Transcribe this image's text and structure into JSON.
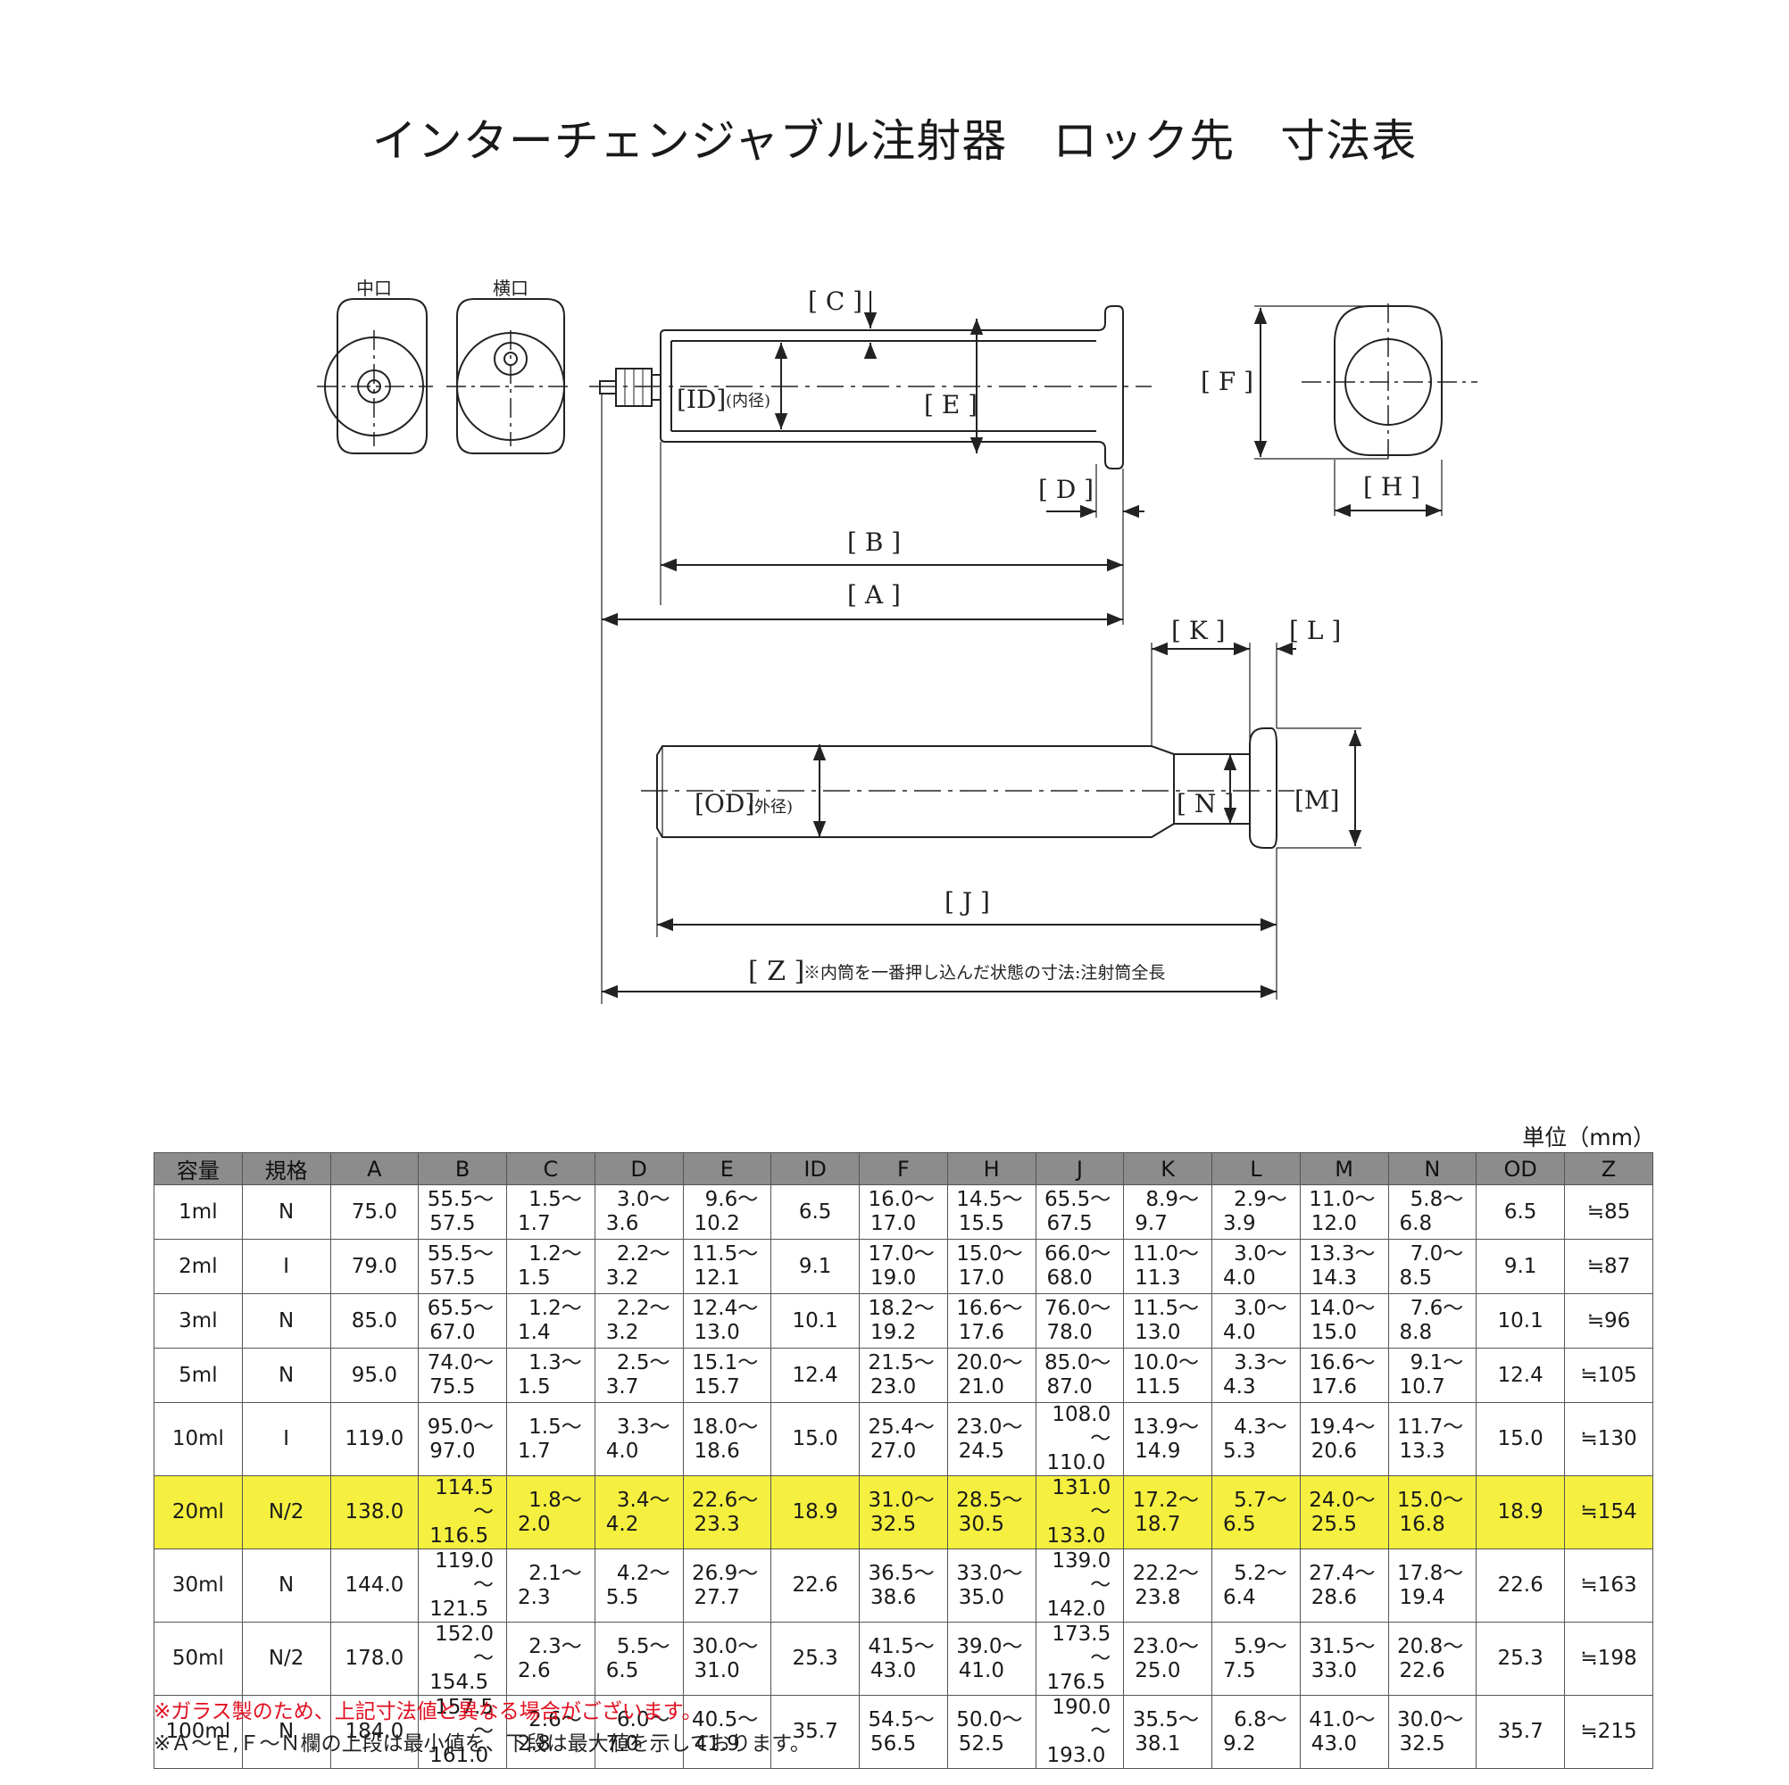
{
  "title": "インターチェンジャブル注射器　ロック先　寸法表",
  "diagram": {
    "labels": {
      "center_port": "中口",
      "side_port": "横口",
      "C": "[ C ]",
      "D": "[ D ]",
      "E": "[ E ]",
      "F": "[ F ]",
      "H": "[ H ]",
      "B": "[ B ]",
      "A": "[ A ]",
      "K": "[ K ]",
      "L": "[ L ]",
      "M": "[M]",
      "N": "[ N ]",
      "J": "[ J ]",
      "Z": "[ Z ]",
      "ID": "[ID]",
      "ID_note": "(内径)",
      "OD": "[OD]",
      "OD_note": "(外径)",
      "Z_note": "※内筒を一番押し込んだ状態の寸法:注射筒全長"
    }
  },
  "unit": "単位（mm）",
  "table": {
    "headers": [
      "容量",
      "規格",
      "A",
      "B",
      "C",
      "D",
      "E",
      "ID",
      "F",
      "H",
      "J",
      "K",
      "L",
      "M",
      "N",
      "OD",
      "Z"
    ],
    "rows": [
      {
        "cells": [
          "1ml",
          "N",
          "75.0",
          [
            "55.5～",
            "57.5"
          ],
          [
            "1.5～",
            "1.7"
          ],
          [
            "3.0～",
            "3.6"
          ],
          [
            "9.6～",
            "10.2"
          ],
          "6.5",
          [
            "16.0～",
            "17.0"
          ],
          [
            "14.5～",
            "15.5"
          ],
          [
            "65.5～",
            "67.5"
          ],
          [
            "8.9～",
            "9.7"
          ],
          [
            "2.9～",
            "3.9"
          ],
          [
            "11.0～",
            "12.0"
          ],
          [
            "5.8～",
            "6.8"
          ],
          "6.5",
          "≒85"
        ]
      },
      {
        "cells": [
          "2ml",
          "I",
          "79.0",
          [
            "55.5～",
            "57.5"
          ],
          [
            "1.2～",
            "1.5"
          ],
          [
            "2.2～",
            "3.2"
          ],
          [
            "11.5～",
            "12.1"
          ],
          "9.1",
          [
            "17.0～",
            "19.0"
          ],
          [
            "15.0～",
            "17.0"
          ],
          [
            "66.0～",
            "68.0"
          ],
          [
            "11.0～",
            "11.3"
          ],
          [
            "3.0～",
            "4.0"
          ],
          [
            "13.3～",
            "14.3"
          ],
          [
            "7.0～",
            "8.5"
          ],
          "9.1",
          "≒87"
        ]
      },
      {
        "cells": [
          "3ml",
          "N",
          "85.0",
          [
            "65.5～",
            "67.0"
          ],
          [
            "1.2～",
            "1.4"
          ],
          [
            "2.2～",
            "3.2"
          ],
          [
            "12.4～",
            "13.0"
          ],
          "10.1",
          [
            "18.2～",
            "19.2"
          ],
          [
            "16.6～",
            "17.6"
          ],
          [
            "76.0～",
            "78.0"
          ],
          [
            "11.5～",
            "13.0"
          ],
          [
            "3.0～",
            "4.0"
          ],
          [
            "14.0～",
            "15.0"
          ],
          [
            "7.6～",
            "8.8"
          ],
          "10.1",
          "≒96"
        ]
      },
      {
        "cells": [
          "5ml",
          "N",
          "95.0",
          [
            "74.0～",
            "75.5"
          ],
          [
            "1.3～",
            "1.5"
          ],
          [
            "2.5～",
            "3.7"
          ],
          [
            "15.1～",
            "15.7"
          ],
          "12.4",
          [
            "21.5～",
            "23.0"
          ],
          [
            "20.0～",
            "21.0"
          ],
          [
            "85.0～",
            "87.0"
          ],
          [
            "10.0～",
            "11.5"
          ],
          [
            "3.3～",
            "4.3"
          ],
          [
            "16.6～",
            "17.6"
          ],
          [
            "9.1～",
            "10.7"
          ],
          "12.4",
          "≒105"
        ]
      },
      {
        "cells": [
          "10ml",
          "I",
          "119.0",
          [
            "95.0～",
            "97.0"
          ],
          [
            "1.5～",
            "1.7"
          ],
          [
            "3.3～",
            "4.0"
          ],
          [
            "18.0～",
            "18.6"
          ],
          "15.0",
          [
            "25.4～",
            "27.0"
          ],
          [
            "23.0～",
            "24.5"
          ],
          [
            "108.0～",
            "110.0"
          ],
          [
            "13.9～",
            "14.9"
          ],
          [
            "4.3～",
            "5.3"
          ],
          [
            "19.4～",
            "20.6"
          ],
          [
            "11.7～",
            "13.3"
          ],
          "15.0",
          "≒130"
        ]
      },
      {
        "highlight": true,
        "cells": [
          "20ml",
          "N/2",
          "138.0",
          [
            "114.5～",
            "116.5"
          ],
          [
            "1.8～",
            "2.0"
          ],
          [
            "3.4～",
            "4.2"
          ],
          [
            "22.6～",
            "23.3"
          ],
          "18.9",
          [
            "31.0～",
            "32.5"
          ],
          [
            "28.5～",
            "30.5"
          ],
          [
            "131.0～",
            "133.0"
          ],
          [
            "17.2～",
            "18.7"
          ],
          [
            "5.7～",
            "6.5"
          ],
          [
            "24.0～",
            "25.5"
          ],
          [
            "15.0～",
            "16.8"
          ],
          "18.9",
          "≒154"
        ]
      },
      {
        "cells": [
          "30ml",
          "N",
          "144.0",
          [
            "119.0～",
            "121.5"
          ],
          [
            "2.1～",
            "2.3"
          ],
          [
            "4.2～",
            "5.5"
          ],
          [
            "26.9～",
            "27.7"
          ],
          "22.6",
          [
            "36.5～",
            "38.6"
          ],
          [
            "33.0～",
            "35.0"
          ],
          [
            "139.0～",
            "142.0"
          ],
          [
            "22.2～",
            "23.8"
          ],
          [
            "5.2～",
            "6.4"
          ],
          [
            "27.4～",
            "28.6"
          ],
          [
            "17.8～",
            "19.4"
          ],
          "22.6",
          "≒163"
        ]
      },
      {
        "cells": [
          "50ml",
          "N/2",
          "178.0",
          [
            "152.0～",
            "154.5"
          ],
          [
            "2.3～",
            "2.6"
          ],
          [
            "5.5～",
            "6.5"
          ],
          [
            "30.0～",
            "31.0"
          ],
          "25.3",
          [
            "41.5～",
            "43.0"
          ],
          [
            "39.0～",
            "41.0"
          ],
          [
            "173.5～",
            "176.5"
          ],
          [
            "23.0～",
            "25.0"
          ],
          [
            "5.9～",
            "7.5"
          ],
          [
            "31.5～",
            "33.0"
          ],
          [
            "20.8～",
            "22.6"
          ],
          "25.3",
          "≒198"
        ]
      },
      {
        "cells": [
          "100ml",
          "N",
          "184.0",
          [
            "157.5～",
            "161.0"
          ],
          [
            "2.6～",
            "2.8"
          ],
          [
            "6.0～",
            "7.0"
          ],
          [
            "40.5～",
            "41.9"
          ],
          "35.7",
          [
            "54.5～",
            "56.5"
          ],
          [
            "50.0～",
            "52.5"
          ],
          [
            "190.0～",
            "193.0"
          ],
          [
            "35.5～",
            "38.1"
          ],
          [
            "6.8～",
            "9.2"
          ],
          [
            "41.0～",
            "43.0"
          ],
          [
            "30.0～",
            "32.5"
          ],
          "35.7",
          "≒215"
        ]
      }
    ]
  },
  "notes": {
    "note1": "※ガラス製のため、上記寸法値と異なる場合がございます。",
    "note2": "※Ａ～Ｅ,Ｆ～Ｎ欄の上段は最小値を、下段は最大値を示しております。"
  },
  "colors": {
    "highlight": "#f5f040",
    "header_bg": "#8c8c8c",
    "note_red": "#e01020"
  }
}
